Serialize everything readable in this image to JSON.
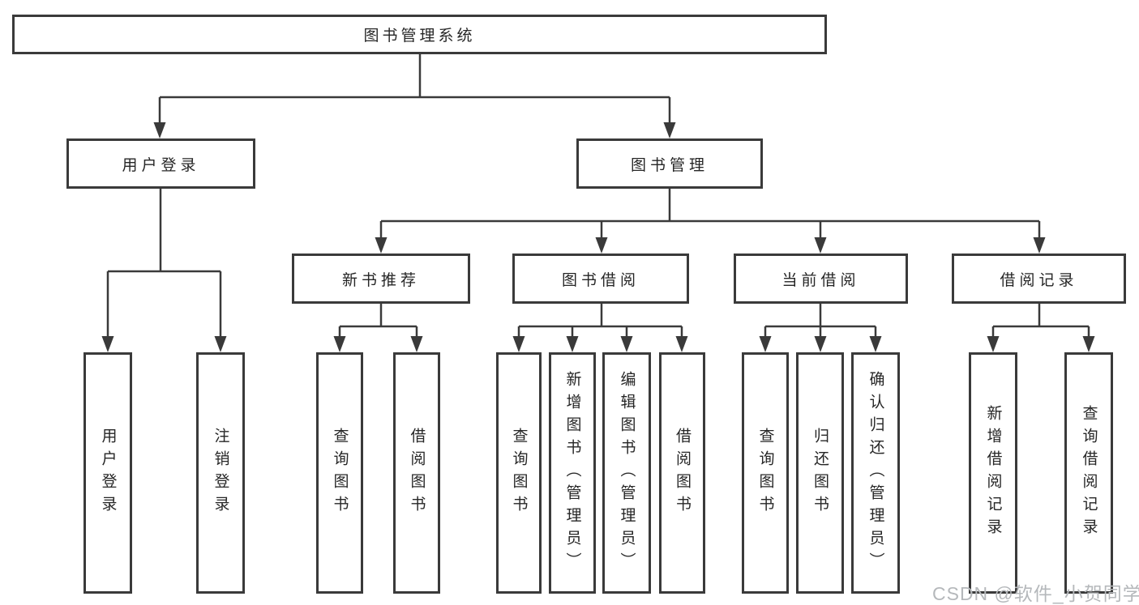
{
  "diagram": {
    "type": "tree",
    "root": {
      "label": "图书管理系统",
      "children": [
        {
          "label": "用户登录",
          "children": [
            {
              "label": "用户登录"
            },
            {
              "label": "注销登录"
            }
          ]
        },
        {
          "label": "图书管理",
          "children": [
            {
              "label": "新书推荐",
              "children": [
                {
                  "label": "查询图书"
                },
                {
                  "label": "借阅图书"
                }
              ]
            },
            {
              "label": "图书借阅",
              "children": [
                {
                  "label": "查询图书"
                },
                {
                  "label": "新增图书（管理员）"
                },
                {
                  "label": "编辑图书（管理员）"
                },
                {
                  "label": "借阅图书"
                }
              ]
            },
            {
              "label": "当前借阅",
              "children": [
                {
                  "label": "查询图书"
                },
                {
                  "label": "归还图书"
                },
                {
                  "label": "确认归还（管理员）"
                }
              ]
            },
            {
              "label": "借阅记录",
              "children": [
                {
                  "label": "新增借阅记录"
                },
                {
                  "label": "查询借阅记录"
                }
              ]
            }
          ]
        }
      ]
    }
  },
  "watermark": {
    "text": "CSDN @软件_小贺同学"
  },
  "colors": {
    "line": "#3a3a3a",
    "text": "#262626",
    "watermark": "#b5b8bb",
    "background": "#ffffff"
  }
}
